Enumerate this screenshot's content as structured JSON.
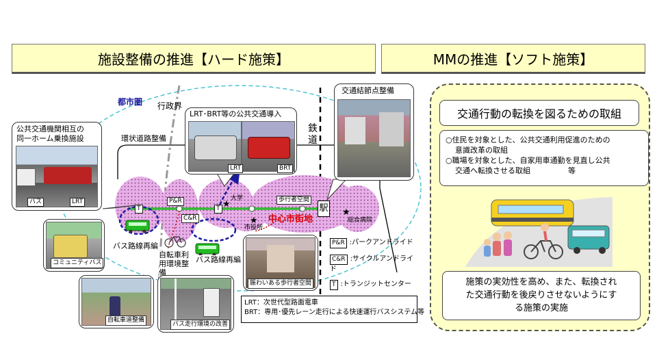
{
  "banners": {
    "hard": "施設整備の推進【ハード施策】",
    "soft": "MMの推進【ソフト施策】"
  },
  "map": {
    "metro": "都市圏",
    "admin_boundary": "行政界",
    "ring_road": "環状道路整備",
    "railway": "鉄道",
    "station": "駅",
    "city_center": "中心市街地",
    "city_hall": "市役所",
    "university": "大学",
    "pedestrian_small": "歩行者空間",
    "pedestrian_map": "歩行者空間",
    "hospital": "総合病院",
    "bus_network_left": "バス路線再編",
    "bus_network_mid": "バス路線再編",
    "bicycle": "自転車利用環境整備",
    "symbols": {
      "T": "T",
      "PR": "P&R",
      "CR": "C&R"
    }
  },
  "boxes": {
    "transfer": {
      "title_line1": "公共交通機関相互の",
      "title_line2": "同一ホーム乗換施設",
      "tag_bus": "バス",
      "tag_lrt": "LRT"
    },
    "lrt_intro": {
      "title": "LRT･BRT等の公共交通導入",
      "tag_lrt": "LRT",
      "tag_brt": "BRT"
    },
    "node": {
      "title": "交通結節点整備"
    },
    "community_bus": "コミュニティバス",
    "bike_path": "自転車道整備",
    "bus_env": "バス走行環境の改善",
    "lively_street": "賑わいある歩行者空間"
  },
  "legend": [
    {
      "sym": "P&R",
      "text": ":パークアンドライド"
    },
    {
      "sym": "C&R",
      "text": ":サイクルアンドライド"
    },
    {
      "sym": "T",
      "text": ":トランジットセンター"
    }
  ],
  "notes": {
    "lrt": "LRT：次世代型路面電車",
    "brt": "BRT：専用･優先レーン走行による快速運行バスシステム等"
  },
  "soft": {
    "title": "交通行動の転換を図るための取組",
    "item1_line1": "○住民を対象とした、公共交通利用促進のための",
    "item1_line2": "意識改革の取組",
    "item2_line1": "○職場を対象とした、自家用車通勤を見直し公共",
    "item2_line2": "交通へ転換させる取組　　　　　等",
    "bottom_line1": "施策の実効性を高め、また、転換され",
    "bottom_line2": "た交通行動を後戻りさせないようにす",
    "bottom_line3": "る施策の実施"
  },
  "colors": {
    "banner_fill": "#ffffc4",
    "soft_panel": "#ffffc8",
    "zone_pink": "#e6a5e6",
    "lrt_line": "#33bb33",
    "bus_route": "#1a1aa0",
    "metro_ring": "#4cc4d0",
    "city_center_text": "#dd0000"
  }
}
